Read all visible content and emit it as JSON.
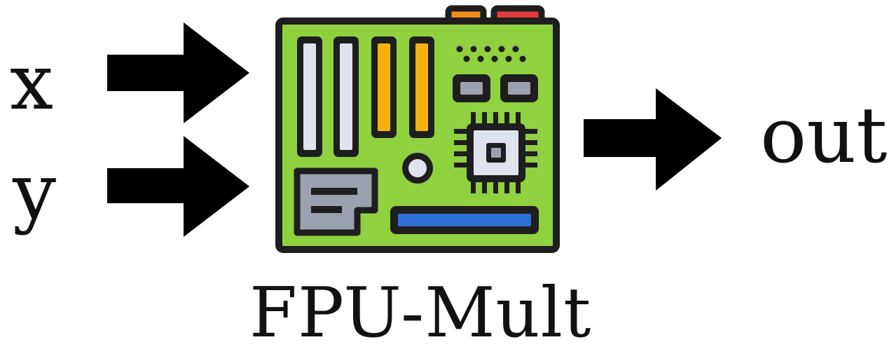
{
  "inputs": [
    {
      "label": "x"
    },
    {
      "label": "y"
    }
  ],
  "output": {
    "label": "out"
  },
  "module": {
    "name": "FPU-Mult",
    "icon": "motherboard-icon"
  },
  "colors": {
    "board_green": "#8fd13f",
    "outline": "#1e1e1e",
    "slot_white": "#dfe3ee",
    "slot_yellow": "#f6b10f",
    "port_orange": "#f08c1a",
    "port_red": "#e23b3b",
    "gray": "#9aa0ad",
    "bus_blue": "#2e6fd8",
    "arrow": "#000000"
  }
}
